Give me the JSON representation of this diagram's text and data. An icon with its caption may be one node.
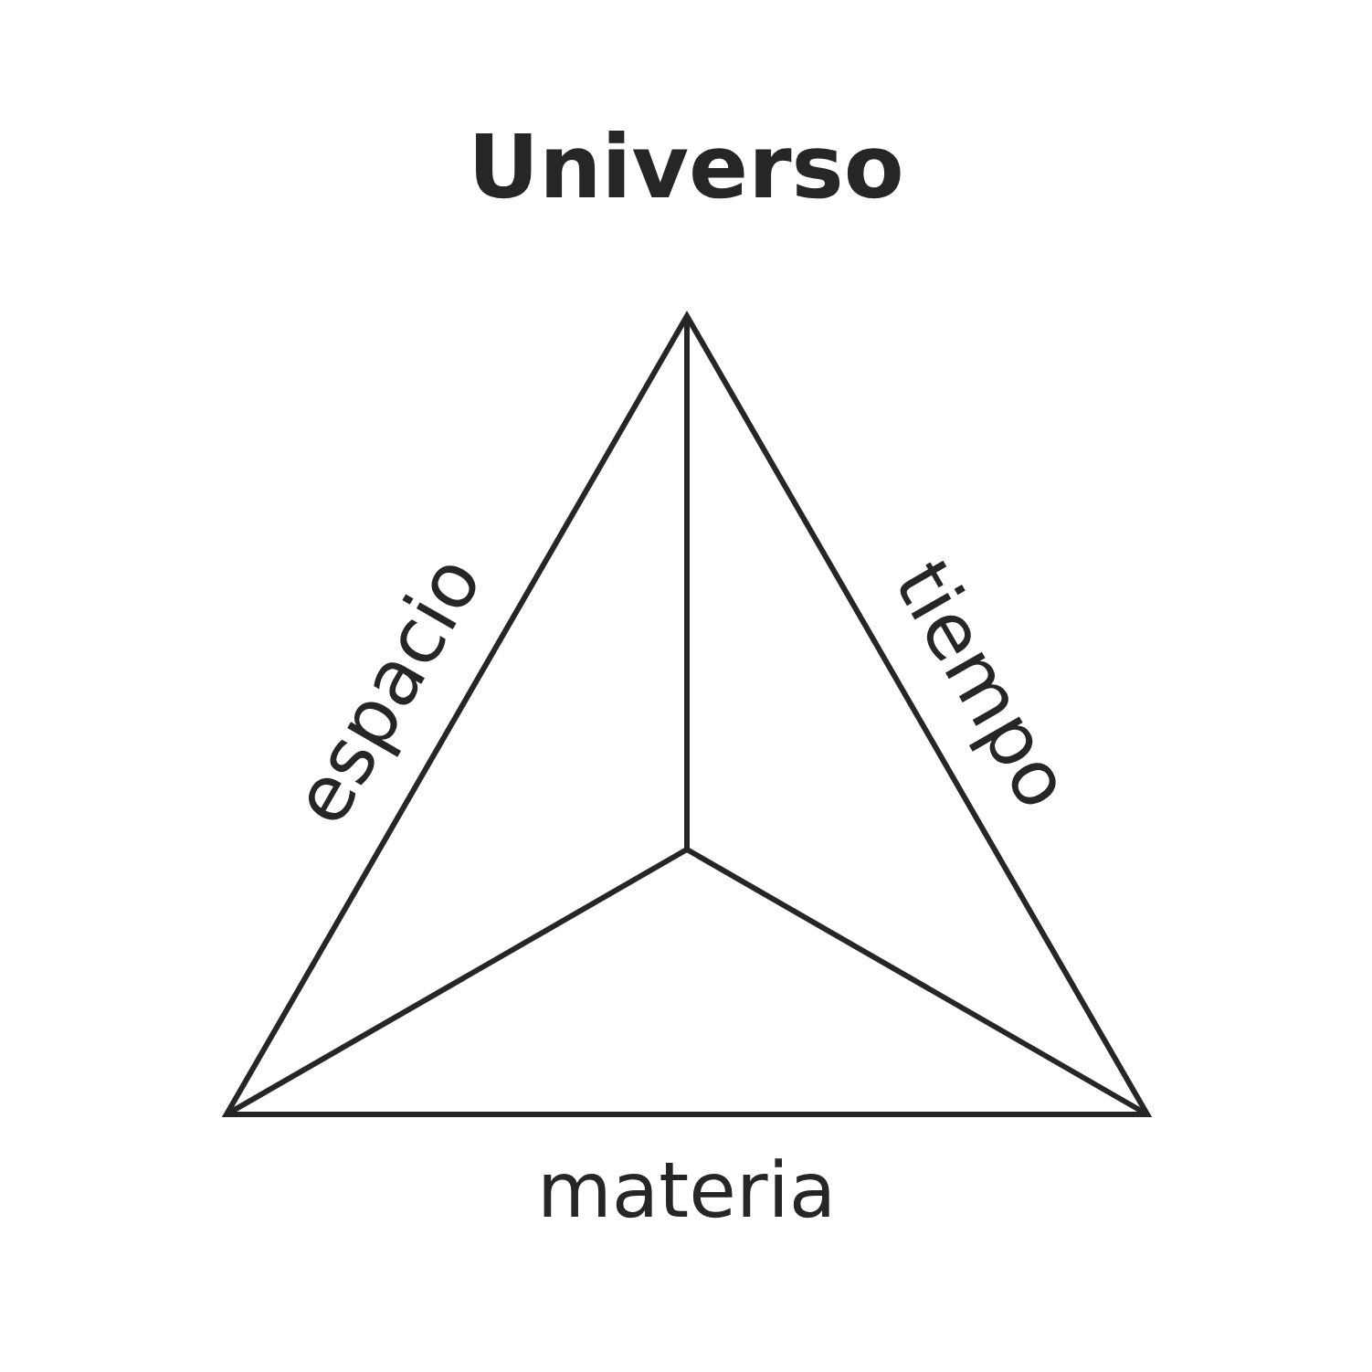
{
  "diagram": {
    "title": "Universo",
    "labels": [
      "espacio",
      "tiempo",
      "materia"
    ]
  }
}
